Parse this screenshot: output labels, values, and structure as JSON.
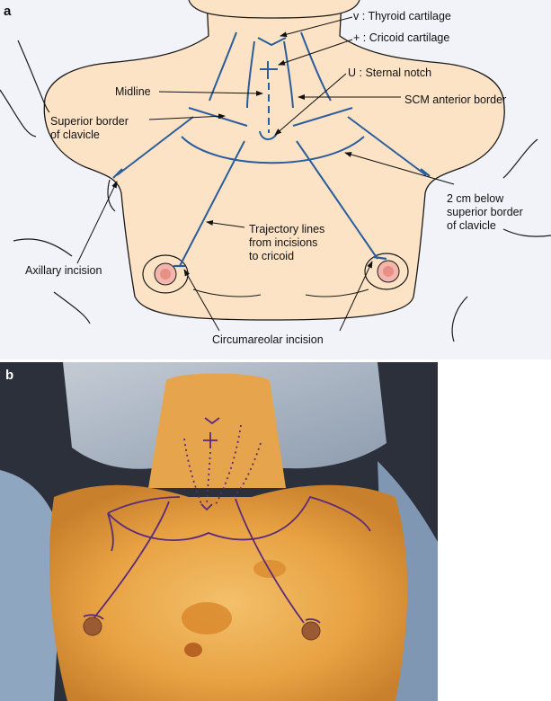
{
  "panel_a": {
    "letter": "a",
    "labels": {
      "thyroid": "v : Thyroid cartilage",
      "cricoid": "+ : Cricoid cartilage",
      "sternal_notch": "U : Sternal notch",
      "midline": "Midline",
      "scm": "SCM anterior border",
      "superior_border_l1": "Superior border",
      "superior_border_l2": "of clavicle",
      "below_l1": "2 cm below",
      "below_l2": "superior border",
      "below_l3": "of clavicle",
      "trajectory_l1": "Trajectory lines",
      "trajectory_l2": "from incisions",
      "trajectory_l3": "to cricoid",
      "axillary": "Axillary incision",
      "circumareolar": "Circumareolar incision"
    }
  },
  "panel_b": {
    "letter": "b"
  },
  "colors": {
    "skin_drawing": "#fde3c5",
    "marking_blue": "#2a5d9c",
    "areola": "#f3b6ac",
    "skin_photo": "#e8a243",
    "marking_purple": "#5b2a7a",
    "drape": "#c9d3e0"
  }
}
